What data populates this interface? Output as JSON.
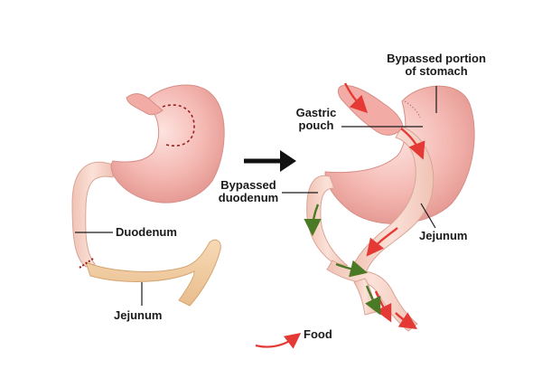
{
  "labels": {
    "duodenum": "Duodenum",
    "jejunum_left": "Jejunum",
    "gastric_pouch_line1": "Gastric",
    "gastric_pouch_line2": "pouch",
    "bypassed_stomach_line1": "Bypassed portion",
    "bypassed_stomach_line2": "of stomach",
    "bypassed_duodenum_line1": "Bypassed",
    "bypassed_duodenum_line2": "duodenum",
    "jejunum_right": "Jejunum",
    "legend_food": "Food"
  },
  "colors": {
    "stomach_fill": "#f4b7b1",
    "stomach_shade": "#e89a94",
    "duodenum_fill": "#f7d3c7",
    "jejunum_fill": "#f3cfa6",
    "food_arrow": "#e53935",
    "bile_arrow": "#4a7a25",
    "dashed_outline": "#9b1c1c"
  }
}
